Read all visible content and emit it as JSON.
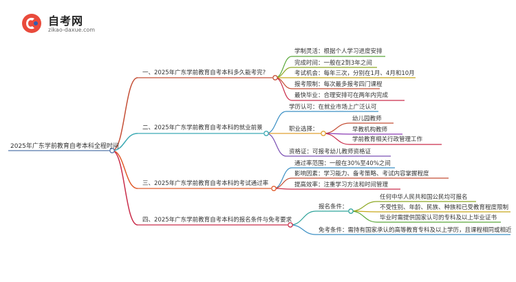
{
  "brand": {
    "name": "自考网",
    "url": "zikao-daxue.com"
  },
  "root": "2025年广东学前教育自考本科全程时间",
  "branches": [
    {
      "title": "一、2025年广东学前教育自考本科多久能考完?",
      "color": "#c44d34",
      "items": [
        {
          "text": "学制灵活：根据个人学习进度安排"
        },
        {
          "text": "完成时间：一般在2到3年之间"
        },
        {
          "text": "考试机会：每年三次，分别在1月、4月和10月"
        },
        {
          "text": "报考限制：每次最多报考四门课程"
        },
        {
          "text": "最快毕业：合理安排可在两年内完成"
        }
      ]
    },
    {
      "title": "二、2025年广东学前教育自考本科的就业前景",
      "color": "#3aa9b3",
      "items": [
        {
          "text": "学历认可：在就业市场上广泛认可"
        },
        {
          "text": "职业选择：",
          "children": [
            "幼儿园教师",
            "早教机构教师",
            "学前教育相关行政管理工作"
          ]
        },
        {
          "text": "资格证：可报考幼儿教师资格证"
        }
      ]
    },
    {
      "title": "三、2025年广东学前教育自考本科的考试通过率",
      "color": "#e05a2a",
      "items": [
        {
          "text": "通过率范围：一般在30%至40%之间"
        },
        {
          "text": "影响因素：学习能力、备考策略、考试内容掌握程度"
        },
        {
          "text": "提高效率：注重学习方法和时间管理"
        }
      ]
    },
    {
      "title": "四、2025年广东学前教育自考本科的报名条件与免考要求",
      "color": "#c92c4a",
      "items": [
        {
          "text": "报名条件：",
          "children": [
            "任何中华人民共和国公民均可报名",
            "不受性别、年龄、民族、种族和已受教育程度限制",
            "毕业时需提供国家认可的专科及以上毕业证书"
          ]
        },
        {
          "text": "免考条件：需持有国家承认的高等教育专科及以上学历，且课程相同或相近"
        }
      ]
    }
  ],
  "colors": {
    "sub_green": "#5aa83a",
    "sub_olive": "#8ea823",
    "sub_blue": "#3a8fc4",
    "sub_purple": "#7a4fb3",
    "sub_teal": "#2fa39a",
    "line_default": "#999999",
    "node_fill": "#ffffff"
  }
}
